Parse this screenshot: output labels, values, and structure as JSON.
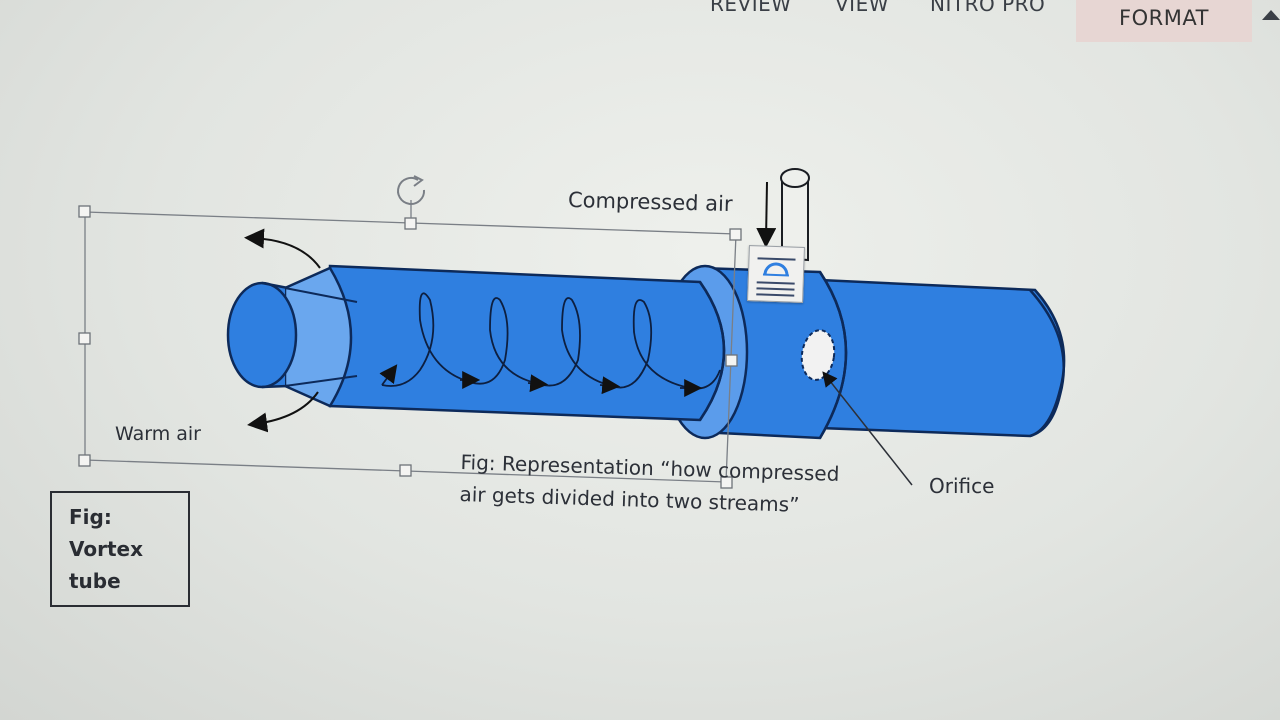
{
  "ribbon": {
    "tabs": [
      {
        "label": "REVIEW"
      },
      {
        "label": "VIEW"
      },
      {
        "label": "NITRO PRO"
      },
      {
        "label": "FORMAT"
      }
    ],
    "active_tab": "FORMAT",
    "active_tab_color": "#e7d6d3"
  },
  "diagram": {
    "labels": {
      "compressed_air": "Compressed air",
      "warm_air": "Warm air",
      "orifice": "Orifice"
    },
    "caption_lines": [
      "Fig: Representation “how compressed",
      "air gets divided into two streams”"
    ],
    "tube_color": "#2f7fe0",
    "selection_handle_color": "#6d7278"
  },
  "figure_box": {
    "lines": [
      "Fig:",
      "Vortex",
      "tube"
    ]
  },
  "icons": {
    "rotate_handle": "rotate-icon",
    "layout_options": "layout-options-icon",
    "collapse_ribbon": "chevron-up-icon"
  }
}
